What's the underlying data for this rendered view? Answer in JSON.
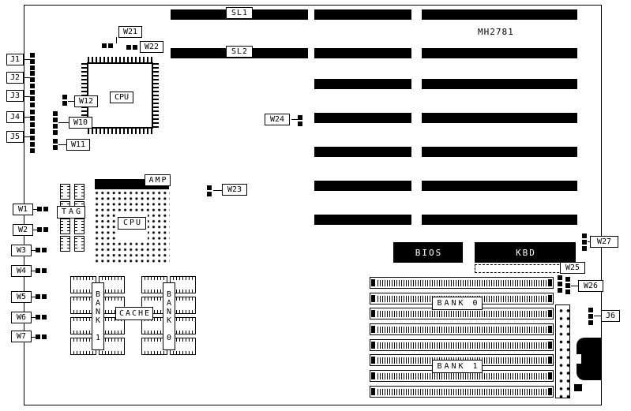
{
  "board": {
    "part_number": "MH2781"
  },
  "labels": {
    "sl1": "SL1",
    "sl2": "SL2",
    "j1": "J1",
    "j2": "J2",
    "j3": "J3",
    "j4": "J4",
    "j5": "J5",
    "j6": "J6",
    "w1": "W1",
    "w2": "W2",
    "w3": "W3",
    "w4": "W4",
    "w5": "W5",
    "w6": "W6",
    "w7": "W7",
    "w10": "W10",
    "w11": "W11",
    "w12": "W12",
    "w21": "W21",
    "w22": "W22",
    "w23": "W23",
    "w24": "W24",
    "w25": "W25",
    "w26": "W26",
    "w27": "W27",
    "cpu_qfp": "CPU",
    "cpu_socket": "CPU",
    "amp": "AMP",
    "tag": "TAG",
    "bios": "BIOS",
    "kbd": "KBD",
    "cache": "CACHE",
    "cache_bank1": "BANK 1",
    "cache_bank0": "BANK 0",
    "simm_bank0": "BANK 0",
    "simm_bank1": "BANK 1"
  }
}
